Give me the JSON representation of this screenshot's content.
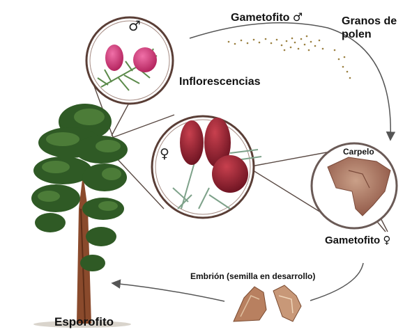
{
  "labels": {
    "gametofito_male": "Gametofito",
    "granos_line1": "Granos de",
    "granos_line2": "polen",
    "inflorescencias": "Inflorescencias",
    "carpelo": "Carpelo",
    "gametofito_female": "Gametofito",
    "embrion": "Embrión (semilla en desarrollo)",
    "esporofito": "Esporofito"
  },
  "symbols": {
    "male": "♂",
    "female": "♀"
  },
  "colors": {
    "circle_border": "#5a3e36",
    "arrow": "#555555",
    "pollen": "#9a8040",
    "male_cone": "#c8306a",
    "female_cone": "#8e1e2c",
    "foliage": "#2f5a25",
    "trunk": "#8a4a2c",
    "carpel": "#a86a52",
    "seed": "#b88060"
  }
}
